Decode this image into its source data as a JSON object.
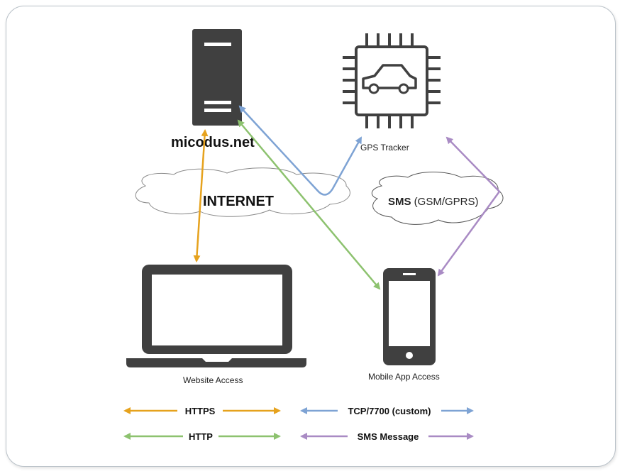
{
  "nodes": {
    "server_label": "micodus.net",
    "tracker_label": "GPS Tracker",
    "internet_label": "INTERNET",
    "sms_cloud_bold": "SMS",
    "sms_cloud_rest": " (GSM/GPRS)",
    "laptop_label": "Website Access",
    "phone_label": "Mobile App Access"
  },
  "legend": [
    {
      "label": "HTTPS",
      "color": "#e6a21d"
    },
    {
      "label": "TCP/7700 (custom)",
      "color": "#7ea3d4"
    },
    {
      "label": "HTTP",
      "color": "#8dc26f"
    },
    {
      "label": "SMS Message",
      "color": "#a98bc4"
    }
  ],
  "colors": {
    "device": "#404040",
    "https": "#e6a21d",
    "tcp": "#7ea3d4",
    "http": "#8dc26f",
    "sms": "#a98bc4"
  }
}
